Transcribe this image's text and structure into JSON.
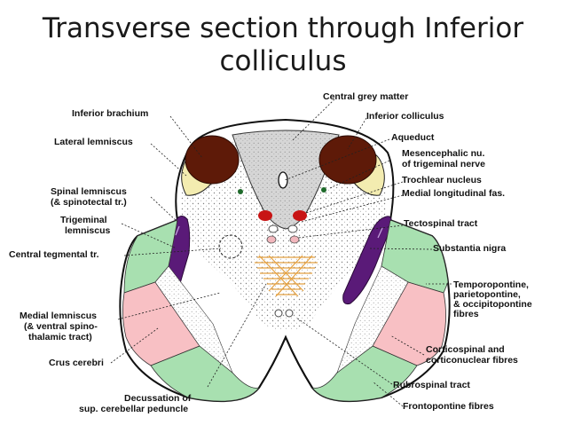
{
  "title": {
    "line1": "Transverse section through Inferior",
    "line2": "colliculus"
  },
  "colors": {
    "inferior_colliculus": "#5e1a08",
    "inferior_brachium": "#f3ecb0",
    "central_grey": "#d6d6d6",
    "red_nucleus": "#c81414",
    "pink_nucleus": "#f2b7bd",
    "substantia_nigra": "#5a1a78",
    "frontopontine": "#a8e0b0",
    "corticospinal": "#f8c0c4",
    "decussation": "#e4a040"
  },
  "labels": {
    "left": {
      "inferior_brachium": "Inferior brachium",
      "lateral_lemniscus": "Lateral lemniscus",
      "spinal_lemniscus_1": "Spinal lemniscus",
      "spinal_lemniscus_2": "(& spinotectal tr.)",
      "trigeminal_1": "Trigeminal",
      "trigeminal_2": "lemniscus",
      "central_tegmental": "Central tegmental tr.",
      "medial_lemniscus_1": "Medial lemniscus",
      "medial_lemniscus_2": "(& ventral spino-",
      "medial_lemniscus_3": "thalamic tract)",
      "crus_cerebri": "Crus cerebri",
      "decussation_1": "Decussation of",
      "decussation_2": "sup. cerebellar peduncle"
    },
    "right": {
      "central_grey": "Central grey matter",
      "inferior_colliculus": "Inferior colliculus",
      "aqueduct": "Aqueduct",
      "mesencephalic_1": "Mesencephalic nu.",
      "mesencephalic_2": "of trigeminal nerve",
      "trochlear": "Trochlear nucleus",
      "mlf": "Medial longitudinal fas.",
      "tectospinal": "Tectospinal tract",
      "substantia_nigra": "Substantia nigra",
      "temporopontine_1": "Temporopontine,",
      "temporopontine_2": "parietopontine,",
      "temporopontine_3": "& occipitopontine",
      "temporopontine_4": "fibres",
      "corticospinal_1": "Corticospinal and",
      "corticospinal_2": "corticonuclear fibres",
      "rubrospinal": "Rubrospinal tract",
      "frontopontine": "Frontopontine fibres"
    }
  }
}
